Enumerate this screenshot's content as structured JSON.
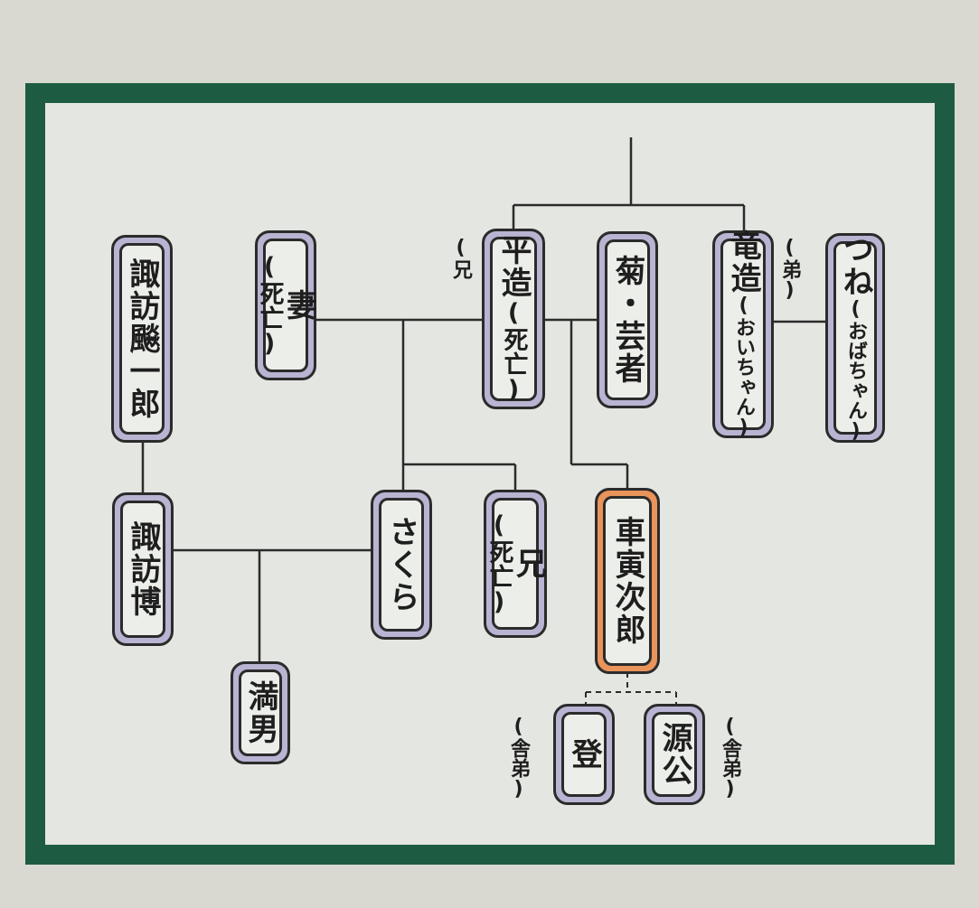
{
  "nodes": {
    "suwa_hyoichiro": "諏訪飈一郎",
    "tsuma": "妻",
    "tsuma_note": "(死亡)",
    "heizo": "平造",
    "heizo_note": "(死亡)",
    "kiku": "菊・芸者",
    "ryuzo": "竜造",
    "ryuzo_note": "(おいちゃん)",
    "tsune": "つね",
    "tsune_note": "(おばちゃん)",
    "suwa_hiroshi": "諏訪博",
    "sakura": "さくら",
    "ani": "兄",
    "ani_note": "(死亡)",
    "torajiro": "車寅次郎",
    "mitsuo": "満男",
    "noboru": "登",
    "genko": "源公"
  },
  "annotations": {
    "heizo_role": "(兄",
    "ryuzo_role": "(弟)",
    "noboru_role": "(舎弟)",
    "genko_role": "(舎弟)"
  },
  "colors": {
    "frame": "#1d5c42",
    "node_fill": "#b9b4d2",
    "highlight_fill": "#e9945a",
    "background": "#e4e6e1"
  }
}
